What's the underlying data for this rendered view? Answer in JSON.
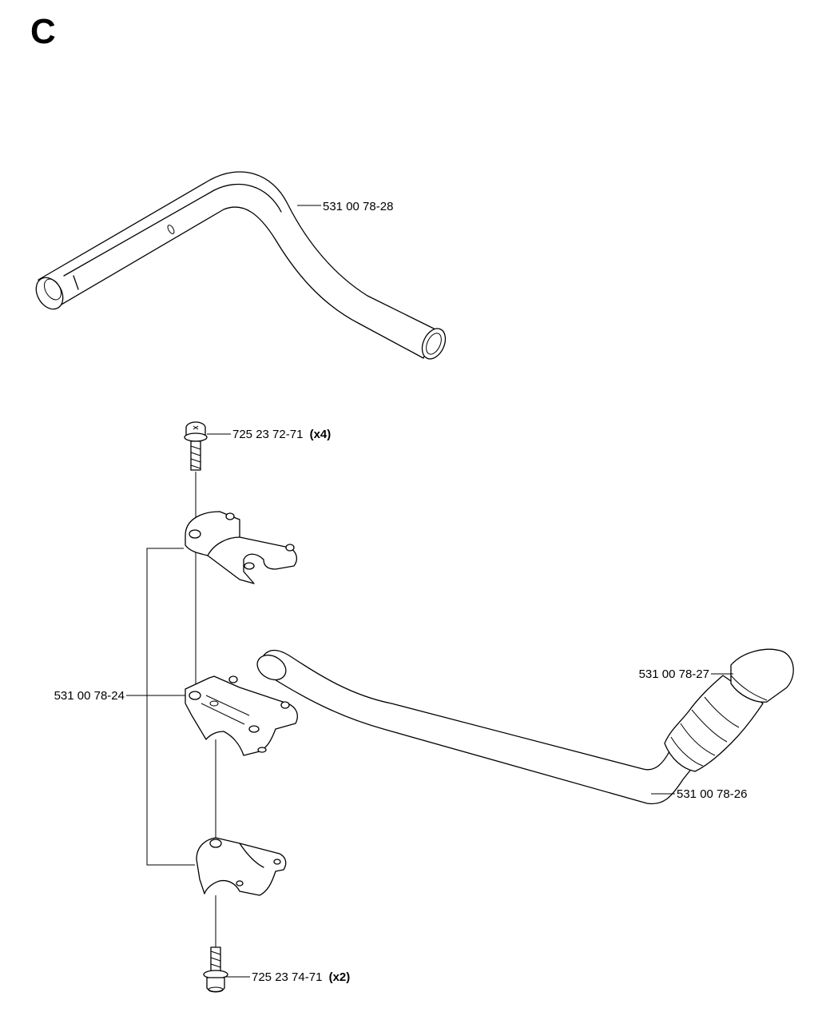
{
  "section": {
    "letter": "C"
  },
  "parts": {
    "upper_handle_bar": {
      "number": "531 00 78-28"
    },
    "screw_top": {
      "number": "725 23 72-71",
      "qty": "(x4)"
    },
    "clamp_set": {
      "number": "531 00 78-24"
    },
    "grip": {
      "number": "531 00 78-27"
    },
    "lower_handle_bar": {
      "number": "531 00 78-26"
    },
    "screw_bottom": {
      "number": "725 23 74-71",
      "qty": "(x2)"
    }
  }
}
